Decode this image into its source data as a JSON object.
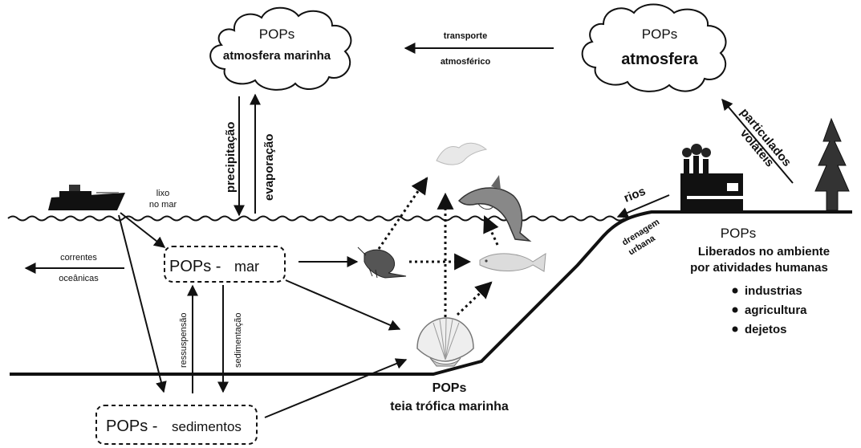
{
  "clouds": {
    "marine": {
      "title": "POPs",
      "subtitle": "atmosfera marinha"
    },
    "land": {
      "title": "POPs",
      "subtitle": "atmosfera"
    }
  },
  "arrows": {
    "transport_line1": "transporte",
    "transport_line2": "atmosférico",
    "precipitation": "precipitação",
    "evaporation": "evaporação",
    "particles_line1": "particulados",
    "particles_line2": "voláteis",
    "rivers": "rios",
    "drainage_line1": "drenagem",
    "drainage_line2": "urbana",
    "trash_line1": "lixo",
    "trash_line2": "no mar",
    "currents_line1": "correntes",
    "currents_line2": "oceânicas",
    "resuspension": "ressuspensão",
    "sedimentation": "sedimentação"
  },
  "boxes": {
    "sea_prefix": "POPs -",
    "sea_label": "mar",
    "sediment_prefix": "POPs -",
    "sediment_label": "sedimentos"
  },
  "food_web": {
    "line1": "POPs",
    "line2": "teia trófica marinha"
  },
  "human": {
    "title": "POPs",
    "line1": "Liberados no ambiente",
    "line2": "por atividades humanas",
    "items": [
      "industrias",
      "agricultura",
      "dejetos"
    ]
  }
}
